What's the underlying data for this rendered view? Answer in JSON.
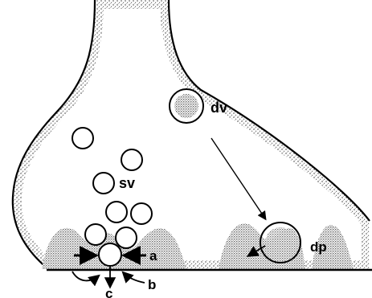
{
  "labels": {
    "dv": "dv",
    "sv": "sv",
    "dp": "dp",
    "a": "a",
    "b": "b",
    "c": "c"
  },
  "colors": {
    "ink": "#000000",
    "stipple": "#555555",
    "paper": "#ffffff"
  }
}
